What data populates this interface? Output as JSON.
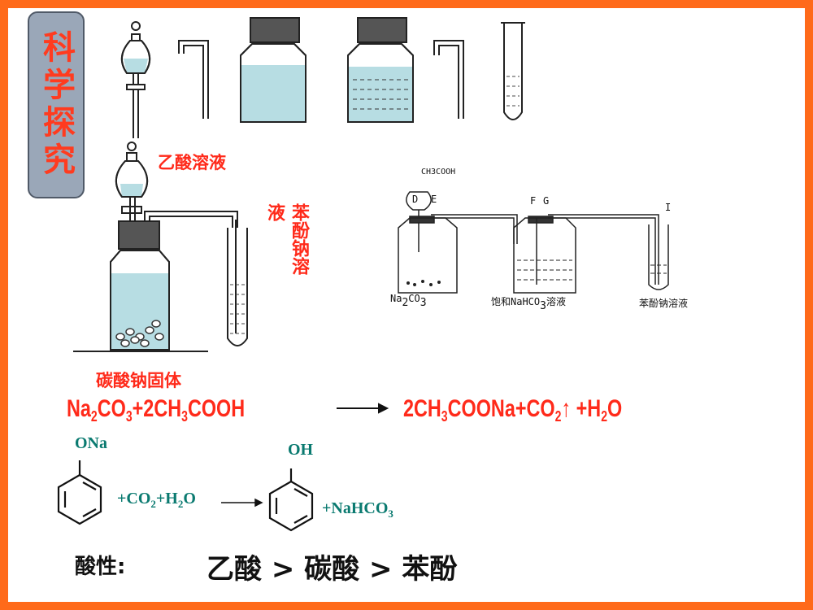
{
  "badge": {
    "title": "科学探究"
  },
  "labels": {
    "acetic_solution": "乙酸溶液",
    "phenoxide_solution_col1": "液",
    "phenoxide_solution_col2": "苯酚钠溶",
    "sodium_carbonate_solid": "碳酸钠固体"
  },
  "schematic": {
    "reagent_top": "CH3COOH",
    "letter_d": "D",
    "letter_e": "E",
    "letter_f": "F",
    "letter_g": "G",
    "letter_i": "I",
    "na2co3_main": "Na",
    "na2co3_sub1": "2",
    "na2co3_mid": "CO",
    "na2co3_sub2": "3",
    "nahco3_prefix": "饱和NaHCO",
    "nahco3_sub": "3",
    "nahco3_suffix": "溶液",
    "phenoxide": "苯酚钠溶液"
  },
  "equation1": {
    "left": [
      "Na",
      "2",
      "CO",
      "3",
      "+2CH",
      "3",
      "COOH"
    ],
    "right": [
      "2CH",
      "3",
      "COONa+CO",
      "2",
      "↑",
      " +H",
      "2",
      "O"
    ]
  },
  "equation2": {
    "substituent_left": "ONa",
    "reagents": [
      "+CO",
      "2",
      "+H",
      "2",
      "O"
    ],
    "substituent_right": "OH",
    "product": [
      "+NaHCO",
      "3"
    ]
  },
  "conclusion": {
    "label": "酸性:",
    "order": "乙酸 > 碳酸 > 苯酚"
  },
  "colors": {
    "border": "#ff6a1a",
    "accent_red": "#ff2a1a",
    "teal": "#0a7a70",
    "liquid": "#b7dde3",
    "badge": "#9aa7b8"
  }
}
